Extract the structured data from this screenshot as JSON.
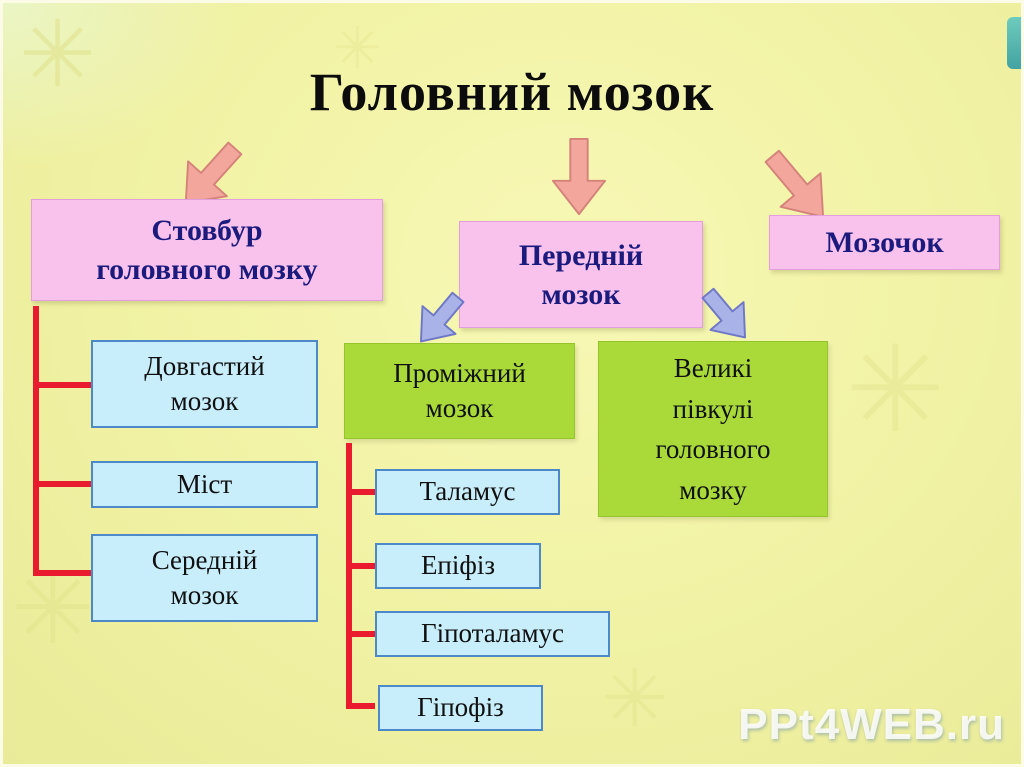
{
  "title": "Головний мозок",
  "watermark": "PPt4WEB.ru",
  "decor": {
    "glyph": "✳"
  },
  "nodes": {
    "stovbur": "Стовбур\nголовного мозку",
    "peredniy": "Передній\nмозок",
    "mozochok": "Мозочок",
    "dovhastyi": "Довгастий\nмозок",
    "mist": "Міст",
    "seredniy": "Середній\nмозок",
    "promizhnyi": "Проміжний\nмозок",
    "pivkuli": "Великі\nпівкулі\nголовного\nмозку",
    "talamus": "Таламус",
    "epifiz": "Епіфіз",
    "hipotalamus": "Гіпоталамус",
    "hipofiz": "Гіпофіз"
  },
  "colors": {
    "background": "#f2f3a6",
    "pink_box": "#f9c2ec",
    "pink_text": "#1b1b7e",
    "blue_box": "#c9eefb",
    "blue_box_border": "#4d88c8",
    "green_box": "#a9da39",
    "green_box_border": "#94c52c",
    "red_line": "#e81c2e",
    "salmon_arrow": "#f3a69c",
    "salmon_arrow_outline": "#d4837a",
    "blue_arrow": "#aab3e8",
    "blue_arrow_outline": "#6f78c6"
  }
}
